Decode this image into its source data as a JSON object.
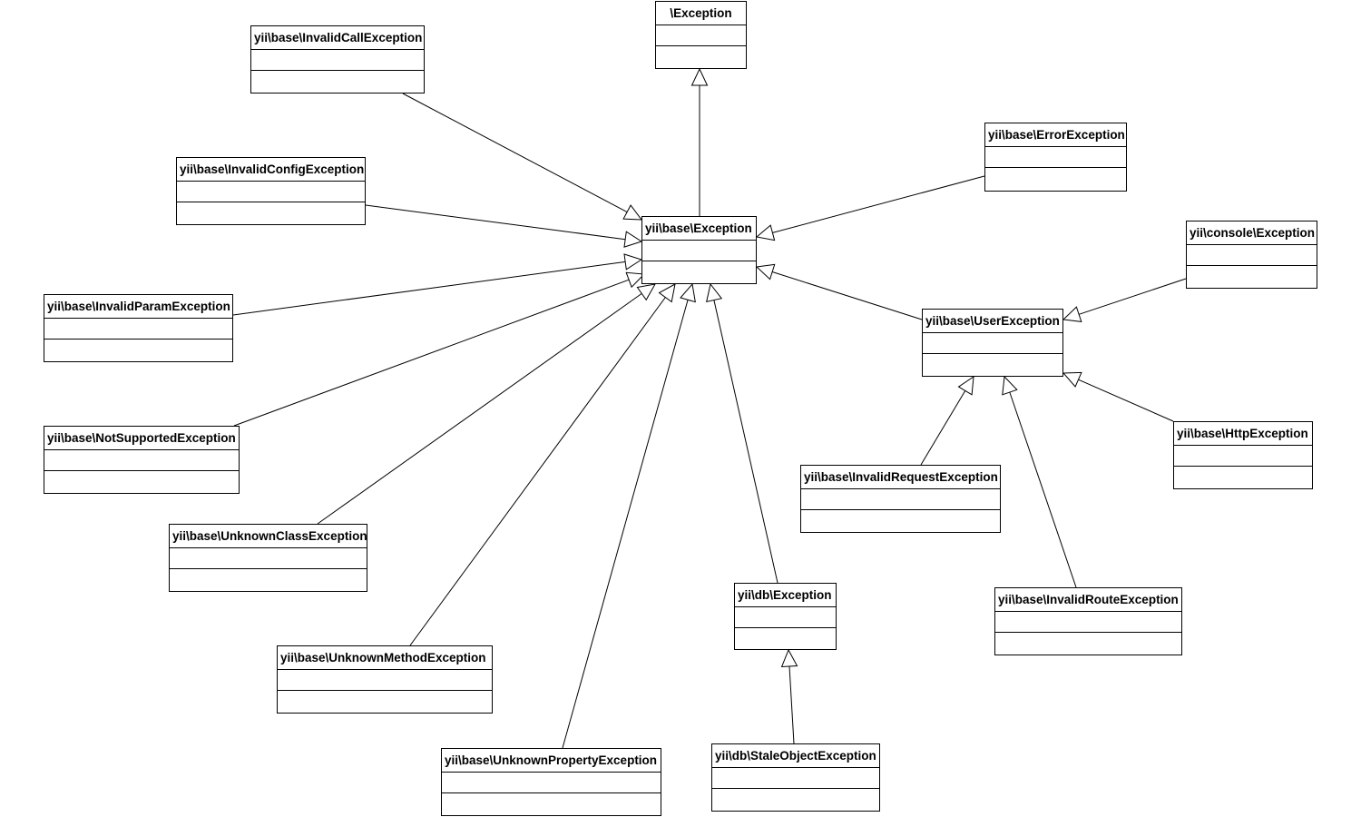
{
  "diagram": {
    "classes": [
      {
        "id": "exception",
        "name": "\\Exception"
      },
      {
        "id": "invalid-call",
        "name": "yii\\base\\InvalidCallException"
      },
      {
        "id": "error",
        "name": "yii\\base\\ErrorException"
      },
      {
        "id": "invalid-config",
        "name": "yii\\base\\InvalidConfigException"
      },
      {
        "id": "base-exception",
        "name": "yii\\base\\Exception"
      },
      {
        "id": "console-exception",
        "name": "yii\\console\\Exception"
      },
      {
        "id": "invalid-param",
        "name": "yii\\base\\InvalidParamException"
      },
      {
        "id": "user-exception",
        "name": "yii\\base\\UserException"
      },
      {
        "id": "not-supported",
        "name": "yii\\base\\NotSupportedException"
      },
      {
        "id": "http-exception",
        "name": "yii\\base\\HttpException"
      },
      {
        "id": "invalid-request",
        "name": "yii\\base\\InvalidRequestException"
      },
      {
        "id": "unknown-class",
        "name": "yii\\base\\UnknownClassException"
      },
      {
        "id": "db-exception",
        "name": "yii\\db\\Exception"
      },
      {
        "id": "invalid-route",
        "name": "yii\\base\\InvalidRouteException"
      },
      {
        "id": "unknown-method",
        "name": "yii\\base\\UnknownMethodException"
      },
      {
        "id": "unknown-property",
        "name": "yii\\base\\UnknownPropertyException"
      },
      {
        "id": "stale-object",
        "name": "yii\\db\\StaleObjectException"
      }
    ],
    "generalizations": [
      {
        "from": "base-exception",
        "to": "exception"
      },
      {
        "from": "invalid-call",
        "to": "base-exception"
      },
      {
        "from": "invalid-config",
        "to": "base-exception"
      },
      {
        "from": "invalid-param",
        "to": "base-exception"
      },
      {
        "from": "not-supported",
        "to": "base-exception"
      },
      {
        "from": "unknown-class",
        "to": "base-exception"
      },
      {
        "from": "unknown-method",
        "to": "base-exception"
      },
      {
        "from": "unknown-property",
        "to": "base-exception"
      },
      {
        "from": "db-exception",
        "to": "base-exception"
      },
      {
        "from": "error",
        "to": "base-exception"
      },
      {
        "from": "user-exception",
        "to": "base-exception"
      },
      {
        "from": "console-exception",
        "to": "user-exception"
      },
      {
        "from": "invalid-request",
        "to": "user-exception"
      },
      {
        "from": "invalid-route",
        "to": "user-exception"
      },
      {
        "from": "http-exception",
        "to": "user-exception"
      },
      {
        "from": "stale-object",
        "to": "db-exception"
      }
    ]
  }
}
